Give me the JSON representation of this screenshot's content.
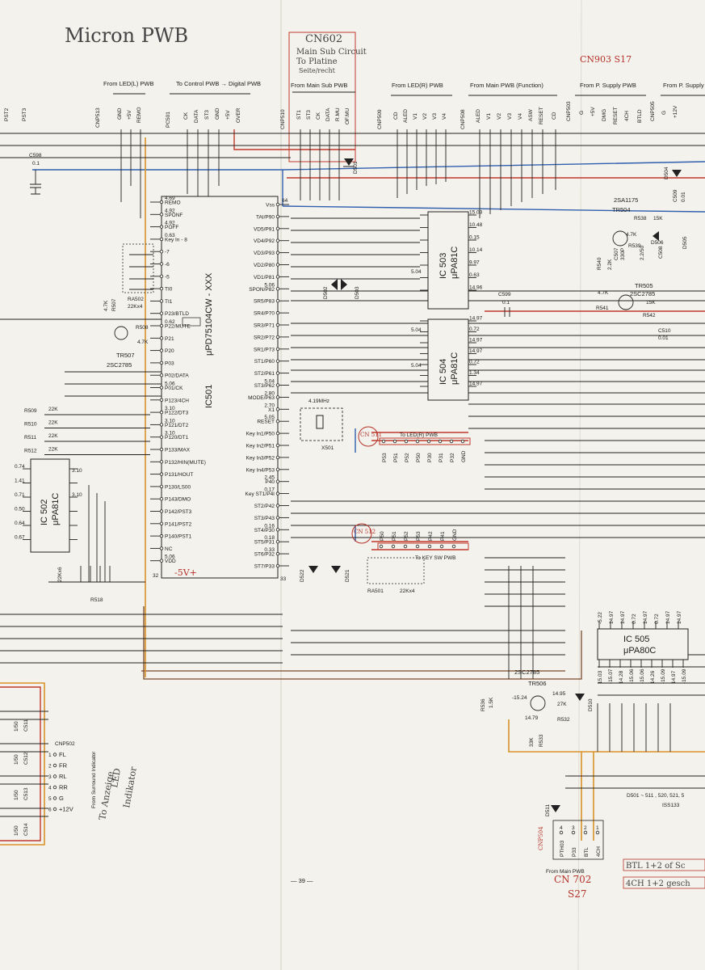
{
  "handwritten": {
    "title": "Micron PWB",
    "cn602_lines": [
      "CN602",
      "Main Sub Circuit",
      "To Platine",
      "Seite/recht"
    ],
    "cn903": "CN903 S17",
    "cn702": "CN 702",
    "s27": "S27",
    "vplus": "-5V+",
    "surround_note": [
      "To Anzeige",
      "LED",
      "Indikator"
    ],
    "btl_note": "BTL 1+2 of Sc",
    "ch4_note": "4CH 1+2 gesch",
    "cn511": "CN 511",
    "cn512": "CN 512"
  },
  "connectors_top": [
    {
      "label": "From LED(L) PWB",
      "id": "CNP513",
      "pins": [
        {
          "n": "3",
          "name": "GND"
        },
        {
          "n": "2",
          "name": "+5V"
        },
        {
          "n": "1",
          "name": "REMO"
        }
      ]
    },
    {
      "label": "To Control PWB → Digital PWB",
      "id": "PC501",
      "pins": [
        {
          "n": "6",
          "name": "CK"
        },
        {
          "n": "5",
          "name": "DATA"
        },
        {
          "n": "4",
          "name": "ST3"
        },
        {
          "n": "3",
          "name": "GND"
        },
        {
          "n": "2",
          "name": "+5V"
        },
        {
          "n": "1",
          "name": "OVER"
        }
      ]
    },
    {
      "label": "From Main Sub PWB",
      "id": "CNP510",
      "pins": [
        {
          "n": "6",
          "name": "ST1"
        },
        {
          "n": "5",
          "name": "ST3"
        },
        {
          "n": "4",
          "name": "CK"
        },
        {
          "n": "3",
          "name": "DATA"
        },
        {
          "n": "2",
          "name": "R.MU"
        },
        {
          "n": "1",
          "name": "OF.MU"
        }
      ]
    },
    {
      "label": "From LED(R) PWB",
      "id": "CNP509",
      "pins": [
        {
          "n": "6",
          "name": "CD"
        },
        {
          "n": "5",
          "name": "ALED"
        },
        {
          "n": "4",
          "name": "V1"
        },
        {
          "n": "3",
          "name": "V2"
        },
        {
          "n": "2",
          "name": "V3"
        },
        {
          "n": "1",
          "name": "V4"
        }
      ]
    },
    {
      "label": "From Main PWB (Function)",
      "id": "CNP508",
      "pins": [
        {
          "n": "7",
          "name": "ALED"
        },
        {
          "n": "6",
          "name": "V1"
        },
        {
          "n": "5",
          "name": "V2"
        },
        {
          "n": "4",
          "name": "V3"
        },
        {
          "n": "3",
          "name": "V4"
        },
        {
          "n": "2",
          "name": "ASW"
        },
        {
          "n": "1",
          "name": "RESET"
        },
        {
          "n": "",
          "name": "CD"
        }
      ]
    },
    {
      "label": "From P. Supply PWB",
      "id": "CNP503",
      "pins": [
        {
          "n": "6",
          "name": "G"
        },
        {
          "n": "5",
          "name": "+5V"
        },
        {
          "n": "4",
          "name": "DMG"
        },
        {
          "n": "3",
          "name": "RESET"
        },
        {
          "n": "2",
          "name": "4CH"
        },
        {
          "n": "1",
          "name": "BTLD"
        }
      ]
    },
    {
      "label": "From P. Supply",
      "id": "CNP505",
      "pins": [
        {
          "n": "2",
          "name": "G"
        },
        {
          "n": "1",
          "name": "+12V"
        }
      ]
    }
  ],
  "left_edge_pins": [
    "PST2",
    "PST3"
  ],
  "ic501": {
    "name": "IC501",
    "part": "μPD75104CW - XXX",
    "top_pin": "64",
    "bottom_pin_left": "32",
    "bottom_pin_right": "33",
    "left_pins": [
      {
        "v": "4.69",
        "name": "REMO"
      },
      {
        "v": "4.92",
        "name": "SPONF"
      },
      {
        "v": "4.92",
        "name": "POFF"
      },
      {
        "v": "0.63",
        "name": "Key In - 8"
      },
      {
        "v": "",
        "name": "-7"
      },
      {
        "v": "",
        "name": "-6"
      },
      {
        "v": "",
        "name": "-5"
      },
      {
        "v": "",
        "name": "TI0"
      },
      {
        "v": "",
        "name": "TI1"
      },
      {
        "v": "",
        "name": "P23/BTLD"
      },
      {
        "v": "0.62",
        "name": "P22/MUTE"
      },
      {
        "v": "",
        "name": "P21"
      },
      {
        "v": "",
        "name": "P20"
      },
      {
        "v": "",
        "name": "P03"
      },
      {
        "v": "",
        "name": "P02/DATA"
      },
      {
        "v": "5.06",
        "name": "P01/CK"
      },
      {
        "v": "",
        "name": "P123/4CH"
      },
      {
        "v": "3.10",
        "name": "P122/DT3"
      },
      {
        "v": "3.10",
        "name": "P121/DT2"
      },
      {
        "v": "3.10",
        "name": "P120/DT1"
      },
      {
        "v": "",
        "name": "P133/MAX"
      },
      {
        "v": "",
        "name": "P132/HIN(MUTE)"
      },
      {
        "v": "",
        "name": "P131/HOUT"
      },
      {
        "v": "",
        "name": "P130/LS00"
      },
      {
        "v": "",
        "name": "P143/DMO"
      },
      {
        "v": "",
        "name": "P142/PST3"
      },
      {
        "v": "",
        "name": "P141/PST2"
      },
      {
        "v": "",
        "name": "P140/PST1"
      },
      {
        "v": "",
        "name": "NC"
      },
      {
        "v": "5.06",
        "name": "VDD"
      }
    ],
    "right_pins": [
      {
        "v": "",
        "name": "Vss"
      },
      {
        "v": "",
        "name": "TAI/P90"
      },
      {
        "v": "",
        "name": "VD5/P91"
      },
      {
        "v": "",
        "name": "VD4/P92"
      },
      {
        "v": "",
        "name": "VD3/P93"
      },
      {
        "v": "",
        "name": "VD2/P80"
      },
      {
        "v": "",
        "name": "VD1/P81"
      },
      {
        "v": "5.06",
        "name": "SPON/P82"
      },
      {
        "v": "",
        "name": "SR5/P83"
      },
      {
        "v": "",
        "name": "SR4/P70"
      },
      {
        "v": "",
        "name": "SR3/P71"
      },
      {
        "v": "",
        "name": "SR2/P72"
      },
      {
        "v": "",
        "name": "SR1/P73"
      },
      {
        "v": "",
        "name": "ST1/P60"
      },
      {
        "v": "",
        "name": "ST2/P61"
      },
      {
        "v": "5.04",
        "name": "ST3/P62"
      },
      {
        "v": "2.80",
        "name": "MODE/P63"
      },
      {
        "v": "2.70",
        "name": "X1"
      },
      {
        "v": "5.05",
        "name": "RESET"
      },
      {
        "v": "",
        "name": "Key In1/P50"
      },
      {
        "v": "",
        "name": "Key In2/P51"
      },
      {
        "v": "",
        "name": "Key In3/P52"
      },
      {
        "v": "",
        "name": "Key In4/P53"
      },
      {
        "v": "2.45",
        "name": "P40"
      },
      {
        "v": "0.17",
        "name": "Key ST1/P4I"
      },
      {
        "v": "",
        "name": "ST2/P42"
      },
      {
        "v": "",
        "name": "ST3/P43"
      },
      {
        "v": "0.16",
        "name": "ST4/P30"
      },
      {
        "v": "0.18",
        "name": "ST5/P31"
      },
      {
        "v": "0.33",
        "name": "ST6/P32"
      },
      {
        "v": "",
        "name": "ST7/P33"
      }
    ]
  },
  "ic503": {
    "name": "IC 503",
    "part": "μPA81C",
    "left_v": [
      "5.04"
    ],
    "right_v": [
      "15.03",
      "10.48",
      "0.15",
      "10.14",
      "9.97",
      "0.63",
      "14.96"
    ]
  },
  "ic504": {
    "name": "IC 504",
    "part": "μPA81C",
    "left_v": [
      "5.04",
      "5.04"
    ],
    "right_v": [
      "14.97",
      "0.72",
      "14.97",
      "14.97",
      "0.72",
      "1.34",
      "14.97"
    ]
  },
  "ic502": {
    "name": "IC 502",
    "part": "μPA81C",
    "left_v": [
      "0.74",
      "1.41",
      "0.71",
      "0.50",
      "0.64",
      "0.67"
    ],
    "right_v": [
      "3.10",
      "3.10"
    ]
  },
  "ic505": {
    "name": "IC 505",
    "part": "μPA80C",
    "top_v": [
      "-5.22",
      "14.97",
      "14.97",
      "0.72",
      "14.97",
      "0.72",
      "14.97",
      "14.97"
    ],
    "bottom_v": [
      "15.03",
      "-15.07",
      "14.28",
      "-15.06",
      "-15.06",
      "14.26",
      "-15.09",
      "14.97",
      "-15.09"
    ]
  },
  "resistors_left": [
    {
      "ref": "R509",
      "val": "22K"
    },
    {
      "ref": "R510",
      "val": "22K"
    },
    {
      "ref": "R511",
      "val": "22K"
    },
    {
      "ref": "R512",
      "val": "22K"
    }
  ],
  "left_parts": {
    "c598": [
      "C598",
      "0.1"
    ],
    "ra502": [
      "RA502",
      "22Kx4"
    ],
    "r507": [
      "4.7K",
      "R507"
    ],
    "r508": [
      "R508",
      "4.7K"
    ],
    "tr507": [
      "TR507",
      "2SC2785"
    ],
    "r518": "R518",
    "ra22k": "22Kx6"
  },
  "crystal": {
    "freq": "4.19MHz",
    "ref": "X501"
  },
  "diodes": [
    "D501",
    "D502",
    "D503",
    "D522",
    "D521",
    "D511",
    "D510",
    "D504",
    "D505",
    "D506"
  ],
  "key_connector": {
    "label": "To LED(R) PWB",
    "pins": [
      "P53",
      "P51",
      "P52",
      "P50",
      "P30",
      "P31",
      "P32",
      "GND"
    ]
  },
  "key_sw": {
    "label": "To KEY SW PWB",
    "pins": [
      "P50",
      "P51",
      "P52",
      "P53",
      "P42",
      "P41",
      "GND"
    ],
    "ra": [
      "RA501",
      "22Kx4"
    ]
  },
  "c599": [
    "C599",
    "0.1"
  ],
  "tr504": {
    "ref": "TR504",
    "part": "2SA1175",
    "parts": [
      "R538",
      "15K",
      "4.7K",
      "R539",
      "C507",
      "330P",
      "C508",
      "2.2/50",
      "R540",
      "2.2K"
    ]
  },
  "tr505": {
    "ref": "TR505",
    "part": "2SC2785",
    "parts": [
      "4.7K",
      "R541",
      "15K",
      "R542"
    ]
  },
  "c510": [
    "C510",
    "0.01"
  ],
  "c509": [
    "C509",
    "0.01"
  ],
  "tr506": {
    "ref": "TR506",
    "part": "2SC2785",
    "parts": [
      "-15.24",
      "14.95",
      "27K",
      "R532",
      "14.79",
      "33K",
      "R533",
      "R536",
      "1.5K"
    ]
  },
  "cnp502": {
    "title": "CNP502",
    "pins": [
      {
        "n": "1",
        "name": "FL"
      },
      {
        "n": "2",
        "name": "FR"
      },
      {
        "n": "3",
        "name": "RL"
      },
      {
        "n": "4",
        "name": "RR"
      },
      {
        "n": "5",
        "name": "G"
      },
      {
        "n": "6",
        "name": "+12V"
      }
    ],
    "label": "From Surround Indicator"
  },
  "caps_left": [
    "C511",
    "C512",
    "C513",
    "C514",
    "1/50"
  ],
  "cnp504": {
    "id": "CNP504",
    "pins": [
      {
        "n": "4",
        "name": "PTH03"
      },
      {
        "n": "3",
        "name": "P33"
      },
      {
        "n": "2",
        "name": "BTL"
      },
      {
        "n": "1",
        "name": "4CH"
      }
    ],
    "label": "From Main PWB"
  },
  "diode_note": [
    "D501 ~ 511 , 520, 521, 5",
    "ISS133"
  ],
  "page_number": "— 39 —",
  "colors": {
    "blue": "#2f5fae",
    "red": "#c0392b",
    "orange": "#d9922a",
    "brown": "#7a4a2a",
    "paper": "#f4f2ec"
  }
}
